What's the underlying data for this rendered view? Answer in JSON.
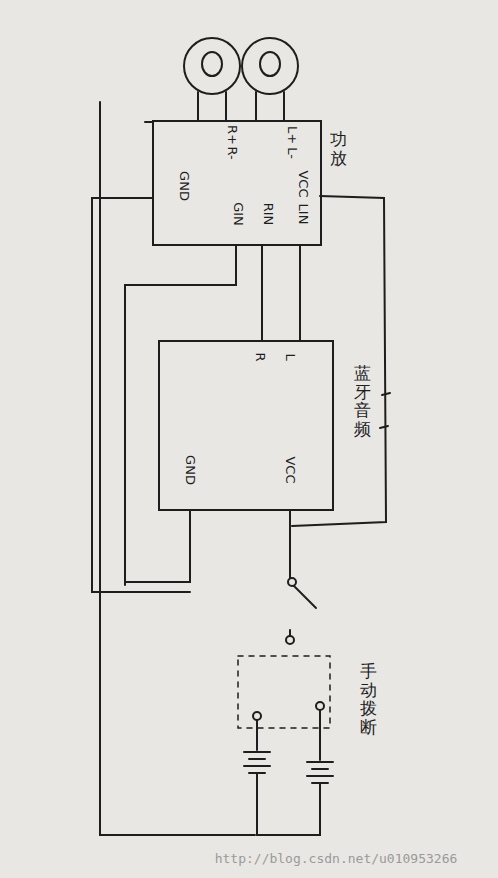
{
  "diagram": {
    "nodes": [
      {
        "text": [
          "功放"
        ]
      },
      {
        "text": [
          "蓝牙音频"
        ]
      }
    ],
    "edges": [
      {
        "from": 0,
        "to": 1,
        "arrow": "none"
      },
      {
        "from": 0,
        "to": 1,
        "arrow": "none"
      }
    ],
    "labels": [
      "L+",
      "L-",
      "R+",
      "R-",
      "GND",
      "VCC",
      "LIN",
      "RIN",
      "GIN",
      "R",
      "L",
      "GND",
      "VCC",
      "手动拨断",
      "http://blog.csdn.net/u010953266"
    ]
  }
}
